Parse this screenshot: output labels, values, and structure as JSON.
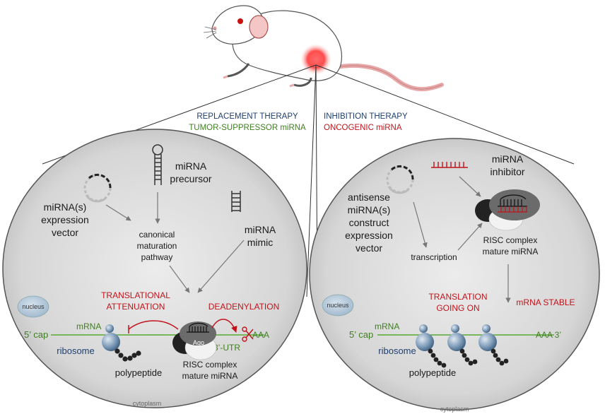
{
  "colors": {
    "black": "#1a1a1a",
    "green": "#3f7f1f",
    "red": "#c0141b",
    "blue": "#1f3f6f",
    "grey_text": "#666666",
    "cell_fill": "#dcdcdc"
  },
  "header": {
    "left_title": "REPLACEMENT THERAPY",
    "left_subtitle": "TUMOR-SUPPRESSOR miRNA",
    "right_title": "INHIBITION THERAPY",
    "right_subtitle": "ONCOGENIC miRNA"
  },
  "left_cell": {
    "vector_label": [
      "miRNA(s)",
      "expression",
      "vector"
    ],
    "precursor_label": [
      "miRNA",
      "precursor"
    ],
    "pathway_label": [
      "canonical",
      "maturation",
      "pathway"
    ],
    "mimic_label": [
      "miRNA",
      "mimic"
    ],
    "attenuation_label": [
      "TRANSLATIONAL",
      "ATTENUATION"
    ],
    "deadenylation_label": "DEADENYLATION",
    "nucleus_label": "nucleus",
    "mrna_label": "mRNA",
    "cap_label": "5’ cap",
    "polya_label": "AAA",
    "utr_label": "3’-UTR",
    "ago_label": "Ago",
    "ribosome_label": "ribosome",
    "polypeptide_label": "polypeptide",
    "risc_label": [
      "RISC complex",
      "mature miRNA"
    ],
    "cytoplasm_label": "cytoplasm"
  },
  "right_cell": {
    "inhibitor_label": [
      "miRNA",
      "inhibitor"
    ],
    "construct_label": [
      "antisense",
      "miRNA(s)",
      "construct",
      "expression",
      "vector"
    ],
    "risc_label": [
      "RISC complex",
      "mature miRNA"
    ],
    "transcription_label": "transcription",
    "translation_label": [
      "TRANSLATION",
      "GOING ON"
    ],
    "stable_label": "mRNA STABLE",
    "nucleus_label": "nucleus",
    "mrna_label": "mRNA",
    "cap_label": "5’ cap",
    "polya_label": "AAA 3’",
    "ribosome_label": "ribosome",
    "polypeptide_label": "polypeptide",
    "cytoplasm_label": "cytoplasm"
  }
}
